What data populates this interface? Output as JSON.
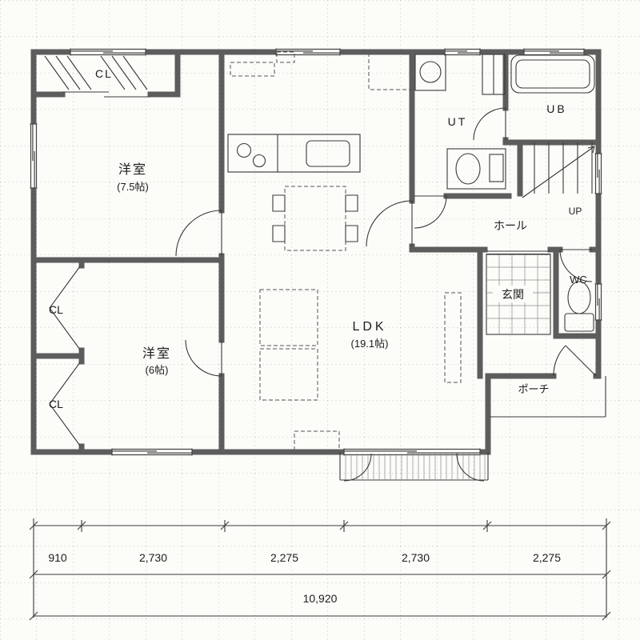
{
  "plan": {
    "rooms": {
      "bedroom_75": {
        "name": "洋室",
        "size": "(7.5帖)"
      },
      "bedroom_6": {
        "name": "洋室",
        "size": "(6帖)"
      },
      "ldk": {
        "name": "LDK",
        "size": "(19.1帖)"
      },
      "ut": {
        "name": "UT"
      },
      "ub": {
        "name": "UB"
      },
      "hall": {
        "name": "ホール"
      },
      "entrance": {
        "name": "玄関"
      },
      "wc": {
        "name": "WC"
      },
      "porch": {
        "name": "ポーチ"
      },
      "closet_top": {
        "name": "CL"
      },
      "closet_mid": {
        "name": "CL"
      },
      "closet_low": {
        "name": "CL"
      },
      "stairs": {
        "name": "UP"
      }
    },
    "dimensions": {
      "segments": [
        "910",
        "2,730",
        "2,275",
        "2,730",
        "2,275"
      ],
      "total": "10,920"
    },
    "colors": {
      "wall": "#5d5d5d",
      "line": "#3a3a3a",
      "grid_dot": "#b7bfb7",
      "paper": "#fcfcf9",
      "text": "#1c1c1c"
    }
  }
}
